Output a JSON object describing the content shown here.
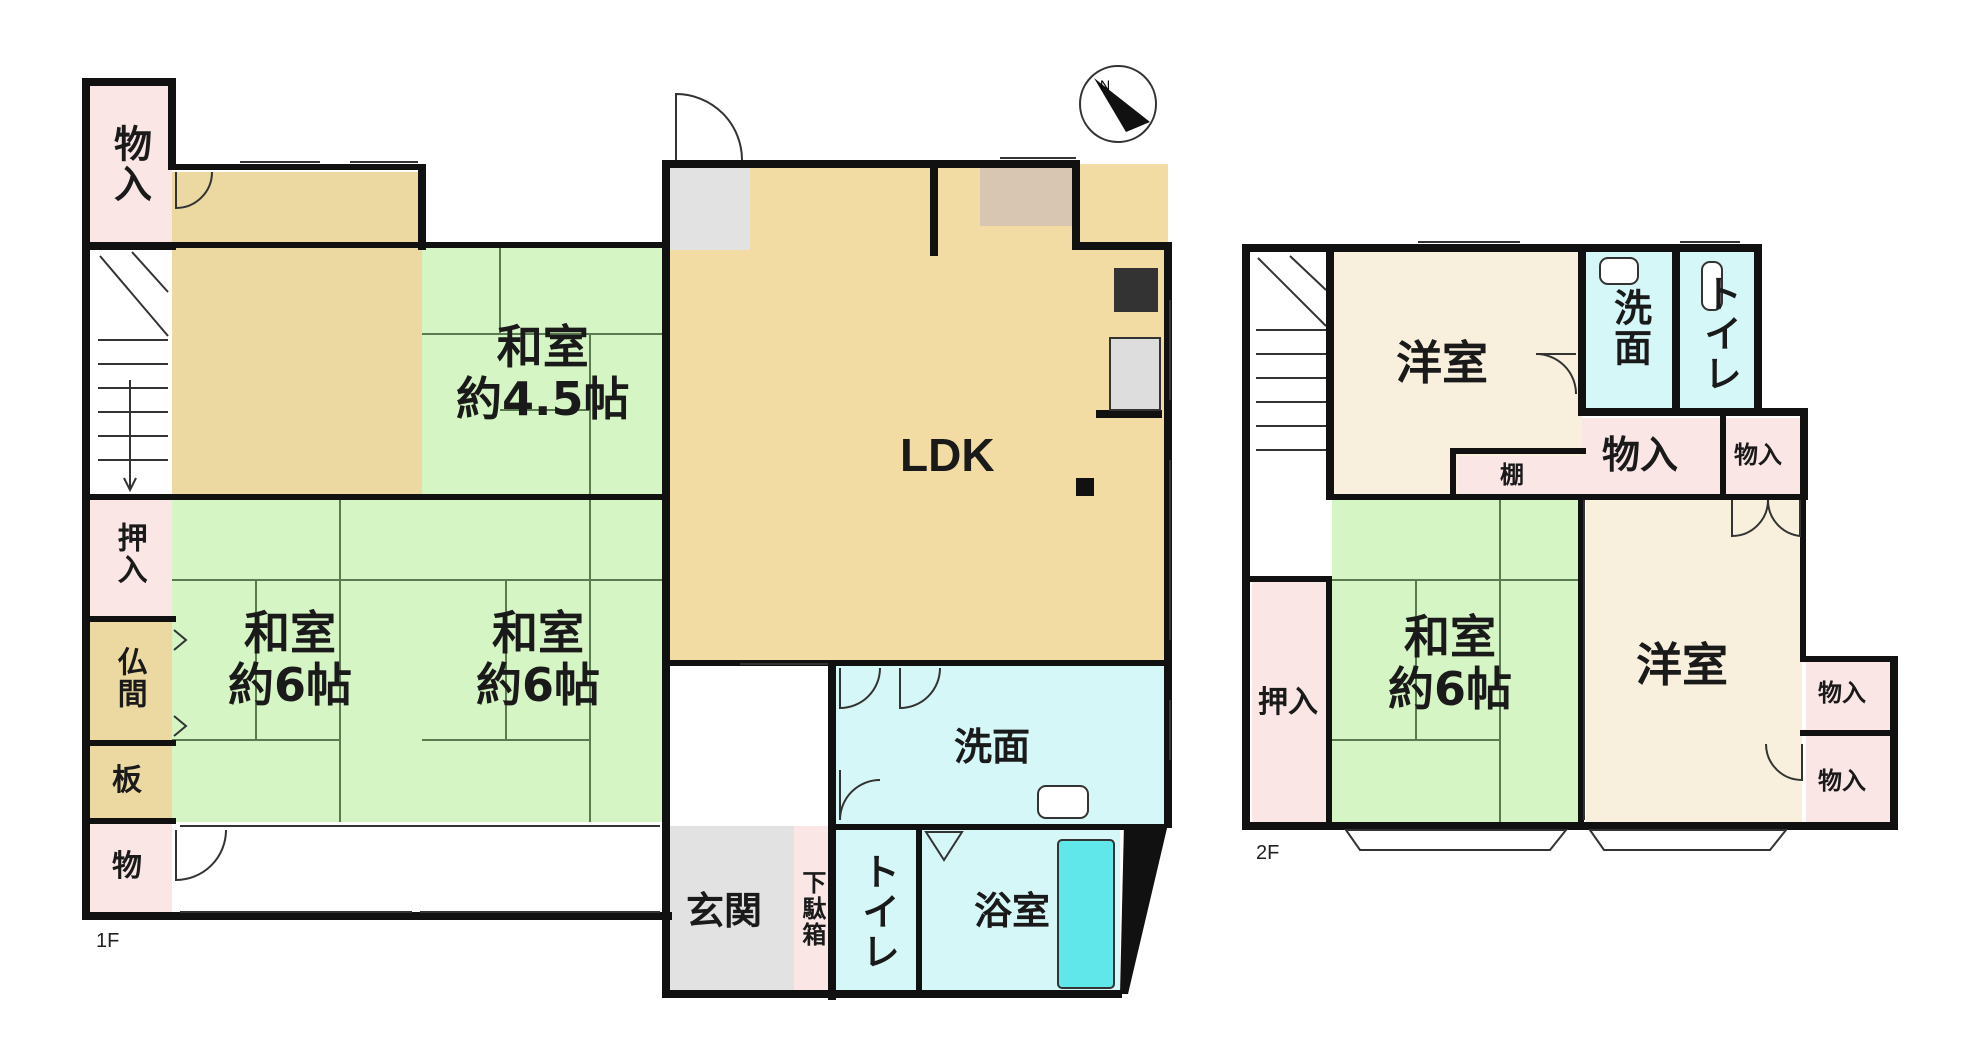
{
  "floor1": {
    "floor_label": "1F",
    "rooms": {
      "ldk": "LDK",
      "washitsu_45_name": "和室",
      "washitsu_45_size": "約4.5帖",
      "washitsu_6a_name": "和室",
      "washitsu_6a_size": "約6帖",
      "washitsu_6b_name": "和室",
      "washitsu_6b_size": "約6帖",
      "senmen": "洗面",
      "yokushitsu": "浴室",
      "genkan": "玄関",
      "toilet": "トイレ",
      "getabako": "下駄箱",
      "storage_top": "物入",
      "oshiire": "押入",
      "butsuma": "仏間",
      "ita": "板",
      "storage_bottom": "物"
    }
  },
  "floor2": {
    "floor_label": "2F",
    "rooms": {
      "youshitsu_a": "洋室",
      "youshitsu_b": "洋室",
      "washitsu_6_name": "和室",
      "washitsu_6_size": "約6帖",
      "senmen": "洗面",
      "toilet": "トイレ",
      "tana": "棚",
      "storage_a": "物入",
      "storage_b": "物入",
      "storage_c": "物入",
      "storage_d": "物入",
      "oshiire": "押入"
    }
  },
  "colors": {
    "wall": "#111111",
    "wood_floor": "#f2dca4",
    "tatami": "#d6f5c4",
    "tatami_line": "#5a7a50",
    "storage": "#fbe6e6",
    "wet_area": "#d6f7f7",
    "western_room": "#f8f0dc",
    "wood_board": "#ecd9a2",
    "tile": "#e2e2e2",
    "corridor_dark": "#e8d9a6"
  },
  "compass": {
    "north_label": "N"
  }
}
